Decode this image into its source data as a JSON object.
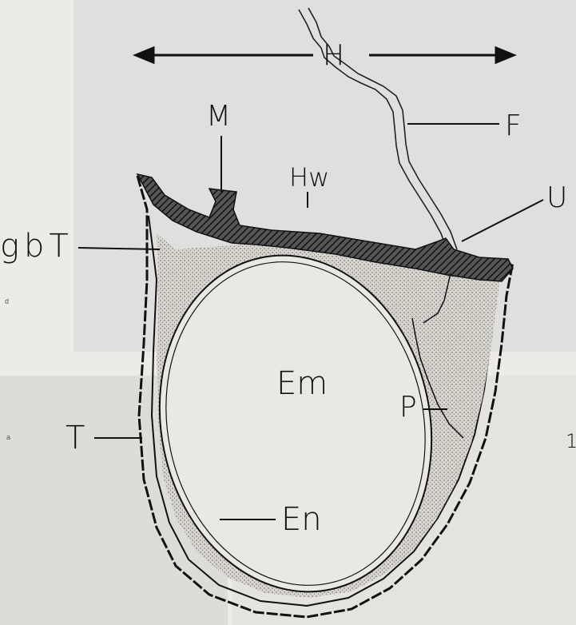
{
  "labels": {
    "H": "H",
    "F": "F",
    "M": "M",
    "Hw": "Hw",
    "U": "U",
    "gbT": "gbT",
    "Em": "Em",
    "P": "P",
    "T": "T",
    "En": "En"
  },
  "margin": {
    "d": "d",
    "a": "a",
    "one": "1"
  }
}
